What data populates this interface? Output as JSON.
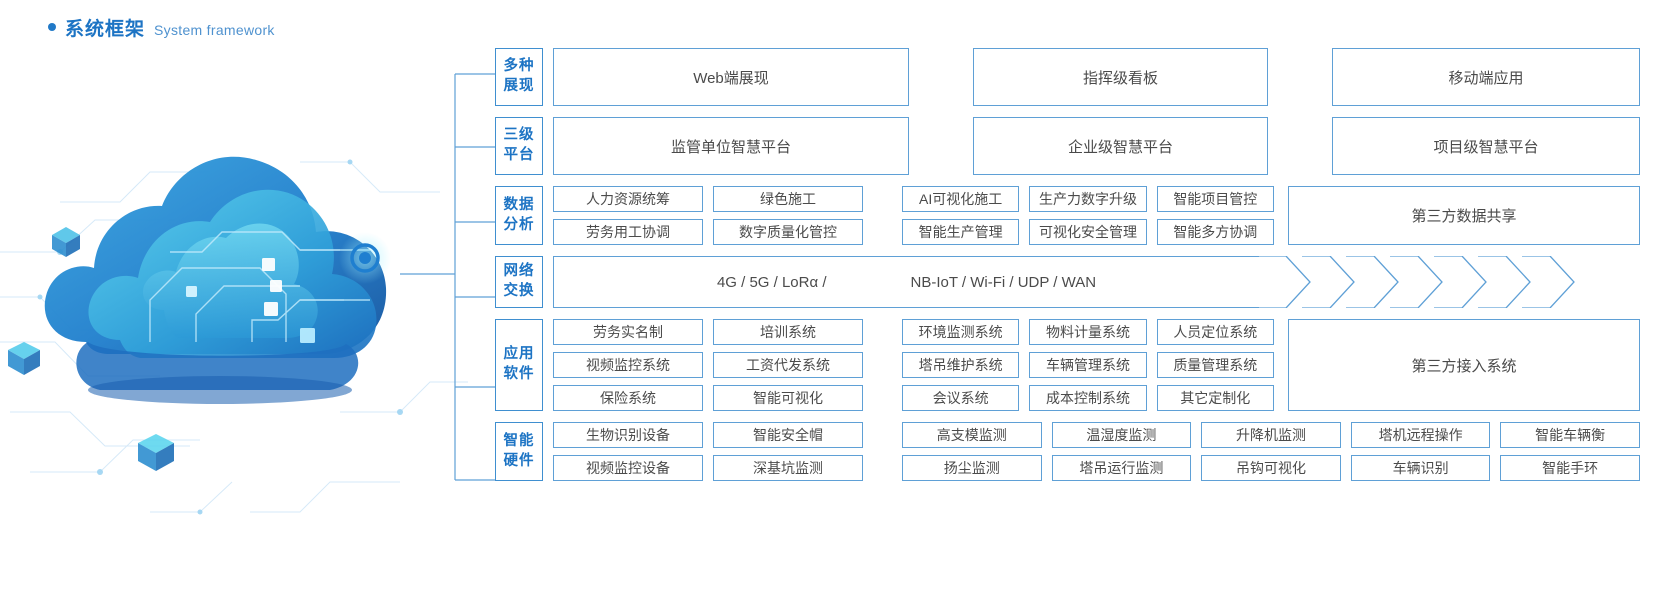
{
  "heading": {
    "bullet": "bullet-dot",
    "title_cn": "系统框架",
    "title_en": "System framework"
  },
  "colors": {
    "accent": "#1d74c4",
    "border": "#5fa0d6",
    "chip_border": "#3f8fd0",
    "text": "#4b4b4b",
    "cloud_dark": "#1565b8",
    "cloud_mid": "#2f8fd6",
    "cloud_light": "#46c6e8"
  },
  "artwork": {
    "name": "cloud-network-illustration",
    "node_label": "network-node-dot"
  },
  "rows": [
    {
      "id": "presentation",
      "category": [
        "多种",
        "展现"
      ],
      "layout": "trio",
      "cells": [
        "Web端展现",
        "指挥级看板",
        "移动端应用"
      ]
    },
    {
      "id": "platform",
      "category": [
        "三级",
        "平台"
      ],
      "layout": "trio",
      "cells": [
        "监管单位智慧平台",
        "企业级智慧平台",
        "项目级智慧平台"
      ]
    },
    {
      "id": "data-analysis",
      "category": [
        "数据",
        "分析"
      ],
      "layout": "groups",
      "groupA": [
        [
          "人力资源统筹",
          "绿色施工"
        ],
        [
          "劳务用工协调",
          "数字质量化管控"
        ]
      ],
      "groupB": [
        [
          "AI可视化施工",
          "生产力数字升级",
          "智能项目管控"
        ],
        [
          "智能生产管理",
          "可视化安全管理",
          "智能多方协调"
        ]
      ],
      "groupC": "第三方数据共享"
    },
    {
      "id": "network-exchange",
      "category": [
        "网络",
        "交换"
      ],
      "layout": "network",
      "net_left": "4G / 5G / LoRα /",
      "net_right": "NB-IoT / Wi-Fi / UDP / WAN",
      "chevron_count": 7
    },
    {
      "id": "application-software",
      "category": [
        "应用",
        "软件"
      ],
      "layout": "groups",
      "groupA": [
        [
          "劳务实名制",
          "培训系统"
        ],
        [
          "视频监控系统",
          "工资代发系统"
        ],
        [
          "保险系统",
          "智能可视化"
        ]
      ],
      "groupB": [
        [
          "环境监测系统",
          "物料计量系统",
          "人员定位系统"
        ],
        [
          "塔吊维护系统",
          "车辆管理系统",
          "质量管理系统"
        ],
        [
          "会议系统",
          "成本控制系统",
          "其它定制化"
        ]
      ],
      "groupC": "第三方接入系统"
    },
    {
      "id": "smart-hardware",
      "category": [
        "智能",
        "硬件"
      ],
      "layout": "hardware",
      "groupA": [
        [
          "生物识别设备",
          "智能安全帽"
        ],
        [
          "视频监控设备",
          "深基坑监测"
        ]
      ],
      "groupB": [
        [
          "高支模监测",
          "温湿度监测",
          "升降机监测",
          "塔机远程操作",
          "智能车辆衡"
        ],
        [
          "扬尘监测",
          "塔吊运行监测",
          "吊钩可视化",
          "车辆识别",
          "智能手环"
        ]
      ]
    }
  ]
}
